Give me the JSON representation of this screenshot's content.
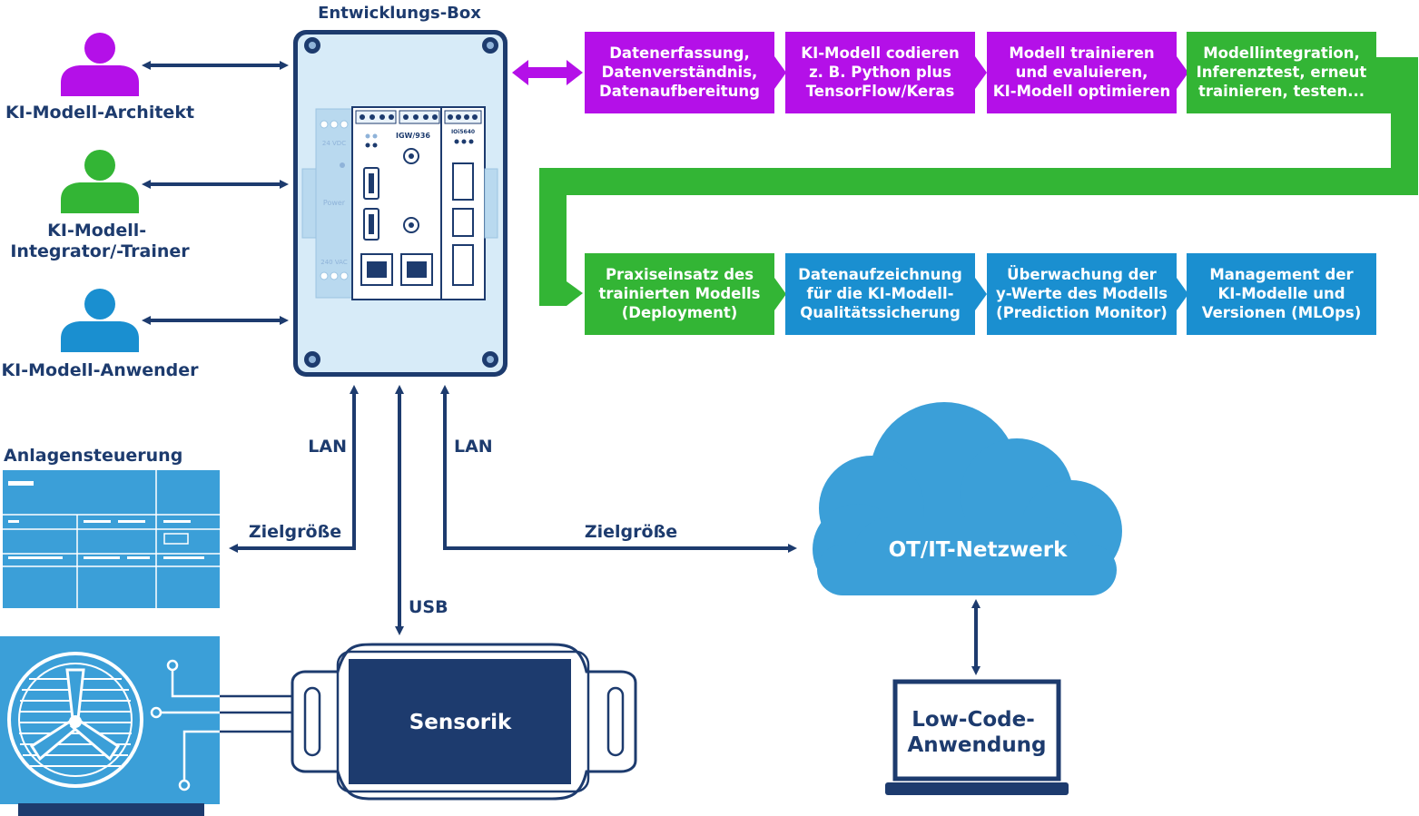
{
  "colors": {
    "navy": "#1d3b6e",
    "purple": "#b410e8",
    "green": "#33b535",
    "blue": "#1a8fd0",
    "sky": "#3b9fd8",
    "box_bg": "#d7ebf8"
  },
  "dev_box": {
    "title": "Entwicklungs-Box",
    "module_label": "IGW/936",
    "io_label": "IOi5640",
    "power_label": "Power",
    "vdc_label": "24 VDC",
    "vac_label": "240 VAC"
  },
  "roles": [
    {
      "label_lines": [
        "KI-Modell-Architekt"
      ],
      "color": "#b410e8",
      "icon": "person-icon"
    },
    {
      "label_lines": [
        "KI-Modell-",
        "Integrator/-Trainer"
      ],
      "color": "#33b535",
      "icon": "person-icon"
    },
    {
      "label_lines": [
        "KI-Modell-Anwender"
      ],
      "color": "#1a8fd0",
      "icon": "person-icon"
    }
  ],
  "steps_row1": [
    {
      "lines": [
        "Datenerfassung,",
        "Datenverständnis,",
        "Datenaufbereitung"
      ],
      "color": "#b410e8"
    },
    {
      "lines": [
        "KI-Modell codieren",
        "z. B. Python plus",
        "TensorFlow/Keras"
      ],
      "color": "#b410e8"
    },
    {
      "lines": [
        "Modell trainieren",
        "und evaluieren,",
        "KI-Modell optimieren"
      ],
      "color": "#b410e8"
    },
    {
      "lines": [
        "Modellintegration,",
        "Inferenztest, erneut",
        "trainieren, testen..."
      ],
      "color": "#33b535"
    }
  ],
  "steps_row2": [
    {
      "lines": [
        "Praxiseinsatz des",
        "trainierten Modells",
        "(Deployment)"
      ],
      "color": "#33b535"
    },
    {
      "lines": [
        "Datenaufzeichnung",
        "für die KI-Modell-",
        "Qualitätssicherung"
      ],
      "color": "#1a8fd0"
    },
    {
      "lines": [
        "Überwachung der",
        "y-Werte des Modells",
        "(Prediction Monitor)"
      ],
      "color": "#1a8fd0"
    },
    {
      "lines": [
        "Management der",
        "KI-Modelle und",
        "Versionen (MLOps)"
      ],
      "color": "#1a8fd0"
    }
  ],
  "connections": {
    "lan_left": "LAN",
    "lan_right": "LAN",
    "usb": "USB",
    "target_left": "Zielgröße",
    "target_right": "Zielgröße"
  },
  "plant_control": {
    "title": "Anlagensteuerung"
  },
  "cloud": {
    "label": "OT/IT-Netzwerk"
  },
  "sensor": {
    "label": "Sensorik"
  },
  "laptop": {
    "label_lines": [
      "Low-Code-",
      "Anwendung"
    ]
  }
}
